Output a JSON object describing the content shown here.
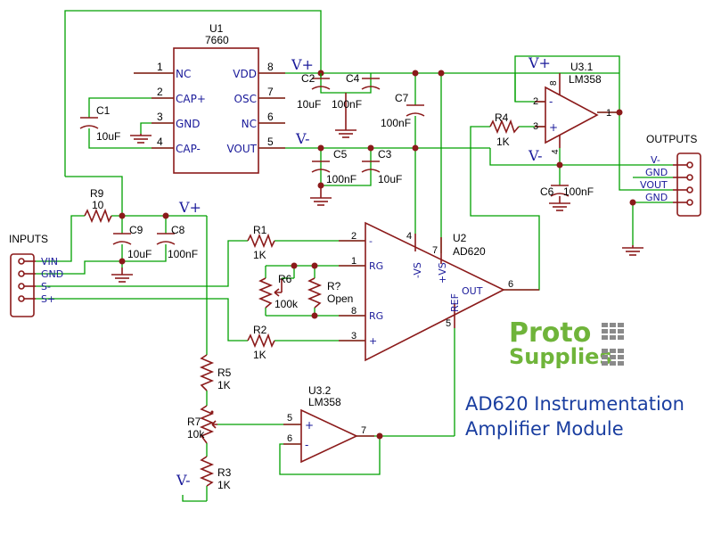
{
  "title_lines": [
    "AD620 Instrumentation",
    "Amplifier Module"
  ],
  "logo": {
    "line1": "Proto",
    "line2": "Supplies",
    "color_green": "#6fb43a",
    "color_gray": "#8a8a8a"
  },
  "colors": {
    "wire": "#00a000",
    "component": "#8b1a1a",
    "label": "#1a1a9a",
    "title": "#1a3ea0"
  },
  "rails": {
    "vplus": "V+",
    "vminus": "V-"
  },
  "u1": {
    "ref": "U1",
    "value": "7660",
    "left_pins": [
      {
        "num": "1",
        "name": "NC"
      },
      {
        "num": "2",
        "name": "CAP+"
      },
      {
        "num": "3",
        "name": "GND"
      },
      {
        "num": "4",
        "name": "CAP-"
      }
    ],
    "right_pins": [
      {
        "num": "8",
        "name": "VDD"
      },
      {
        "num": "7",
        "name": "OSC"
      },
      {
        "num": "6",
        "name": "NC"
      },
      {
        "num": "5",
        "name": "VOUT"
      }
    ]
  },
  "u2": {
    "ref": "U2",
    "value": "AD620",
    "pins": {
      "inm": "2",
      "rg1": "1",
      "rg2": "8",
      "inp": "3",
      "vsm": "4",
      "vsp": "7",
      "ref": "5",
      "out": "6"
    },
    "labels": {
      "inm": "-",
      "rg1": "RG",
      "rg2": "RG",
      "inp": "+",
      "vsm": "-VS",
      "vsp": "+VS",
      "ref": "REF",
      "out": "OUT"
    }
  },
  "u31": {
    "ref": "U3.1",
    "value": "LM358",
    "pins": {
      "inm": "2",
      "inp": "3",
      "out": "1",
      "vp": "8",
      "vm": "4"
    }
  },
  "u32": {
    "ref": "U3.2",
    "value": "LM358",
    "pins": {
      "inp": "5",
      "inm": "6",
      "out": "7"
    }
  },
  "caps": {
    "c1": {
      "ref": "C1",
      "value": "10uF"
    },
    "c2": {
      "ref": "C2",
      "value": "10uF"
    },
    "c3": {
      "ref": "C3",
      "value": "10uF"
    },
    "c4": {
      "ref": "C4",
      "value": "100nF"
    },
    "c5": {
      "ref": "C5",
      "value": "100nF"
    },
    "c6": {
      "ref": "C6",
      "value": "100nF"
    },
    "c7": {
      "ref": "C7",
      "value": "100nF"
    },
    "c8": {
      "ref": "C8",
      "value": "100nF"
    },
    "c9": {
      "ref": "C9",
      "value": "10uF"
    }
  },
  "resistors": {
    "r1": {
      "ref": "R1",
      "value": "1K"
    },
    "r2": {
      "ref": "R2",
      "value": "1K"
    },
    "r3": {
      "ref": "R3",
      "value": "1K"
    },
    "r4": {
      "ref": "R4",
      "value": "1K"
    },
    "r5": {
      "ref": "R5",
      "value": "1K"
    },
    "r6": {
      "ref": "R6",
      "value": "100k"
    },
    "r7": {
      "ref": "R7",
      "value": "10k"
    },
    "r9": {
      "ref": "R9",
      "value": "10"
    },
    "rq": {
      "ref": "R?",
      "value": "Open"
    }
  },
  "inputs": {
    "header": "INPUTS",
    "pins": [
      "VIN",
      "GND",
      "S-",
      "S+"
    ]
  },
  "outputs": {
    "header": "OUTPUTS",
    "pins": [
      "V-",
      "GND",
      "VOUT",
      "GND"
    ]
  }
}
